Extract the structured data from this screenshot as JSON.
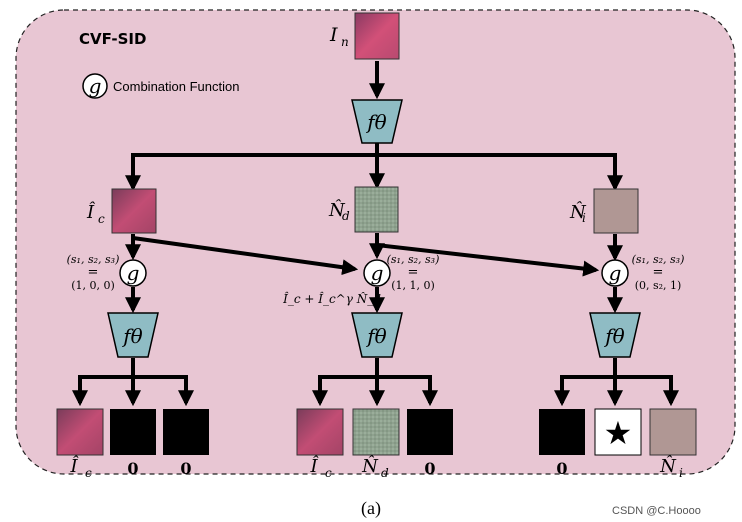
{
  "title": "CVF-SID",
  "legend": {
    "symbol": "g",
    "label": "Combination Function"
  },
  "network_label": "fθ",
  "combination_symbol": "g",
  "input_label": "I",
  "input_subscript": "n",
  "branches": [
    {
      "estimate_label": "Î",
      "estimate_subscript": "c",
      "s_tuple": "(s₁, s₂, s₃)",
      "equals": "=",
      "s_values": "(1, 0, 0)",
      "outputs": [
        {
          "type": "clean",
          "label": "Î",
          "subscript": "c"
        },
        {
          "type": "zero",
          "label": "𝟎"
        },
        {
          "type": "zero",
          "label": "𝟎"
        }
      ]
    },
    {
      "estimate_label": "N̂",
      "estimate_subscript": "d",
      "s_tuple": "(s₁, s₂, s₃)",
      "equals": "=",
      "s_values": "(1, 1, 0)",
      "expression": "Î_c + Î_c^γ N̂_d",
      "outputs": [
        {
          "type": "clean",
          "label": "Î",
          "subscript": "c"
        },
        {
          "type": "dep_noise",
          "label": "N̂",
          "subscript": "d"
        },
        {
          "type": "zero",
          "label": "𝟎"
        }
      ]
    },
    {
      "estimate_label": "N̂",
      "estimate_subscript": "i",
      "s_tuple": "(s₁, s₂, s₃)",
      "equals": "=",
      "s_values": "(0, s₂, 1)",
      "outputs": [
        {
          "type": "zero",
          "label": "𝟎"
        },
        {
          "type": "star",
          "label": "★"
        },
        {
          "type": "indep_noise",
          "label": "N̂",
          "subscript": "i"
        }
      ]
    }
  ],
  "caption": "(a)",
  "watermark": "CSDN @C.Hoooo",
  "colors": {
    "panel_fill": "#e8c6d3",
    "network_fill": "#8fbcc4",
    "clean_image": "#b9486a",
    "noisy_image": "#c24a70",
    "dep_noise": "#8fa58f",
    "indep_noise": "#b09794",
    "zero_map": "#000000"
  }
}
